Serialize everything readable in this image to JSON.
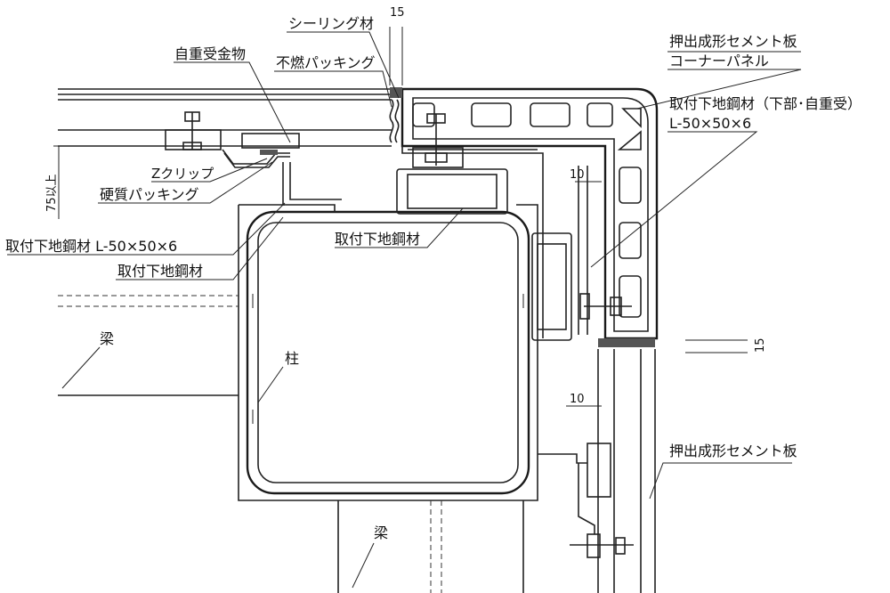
{
  "labels": {
    "sealing": "シーリング材",
    "dim_15_top": "15",
    "self_weight_bracket": "自重受金物",
    "noncombustible_packing": "不燃パッキング",
    "corner_panel_line1": "押出成形セメント板",
    "corner_panel_line2": "コーナーパネル",
    "base_steel_lower_line1": "取付下地鋼材（下部･自重受）",
    "base_steel_lower_line2": "L-50×50×6",
    "dim_10_upper": "10",
    "dim_75": "75以上",
    "z_clip": "Zクリップ",
    "hard_packing": "硬質パッキング",
    "base_steel_l": "取付下地鋼材 L-50×50×6",
    "base_steel_center": "取付下地鋼材",
    "base_steel_left": "取付下地鋼材",
    "beam_left": "梁",
    "column": "柱",
    "dim_15_right": "15",
    "dim_10_lower": "10",
    "ecp_panel": "押出成形セメント板",
    "beam_bottom": "梁"
  },
  "colors": {
    "line": "#222222",
    "background": "#ffffff"
  }
}
